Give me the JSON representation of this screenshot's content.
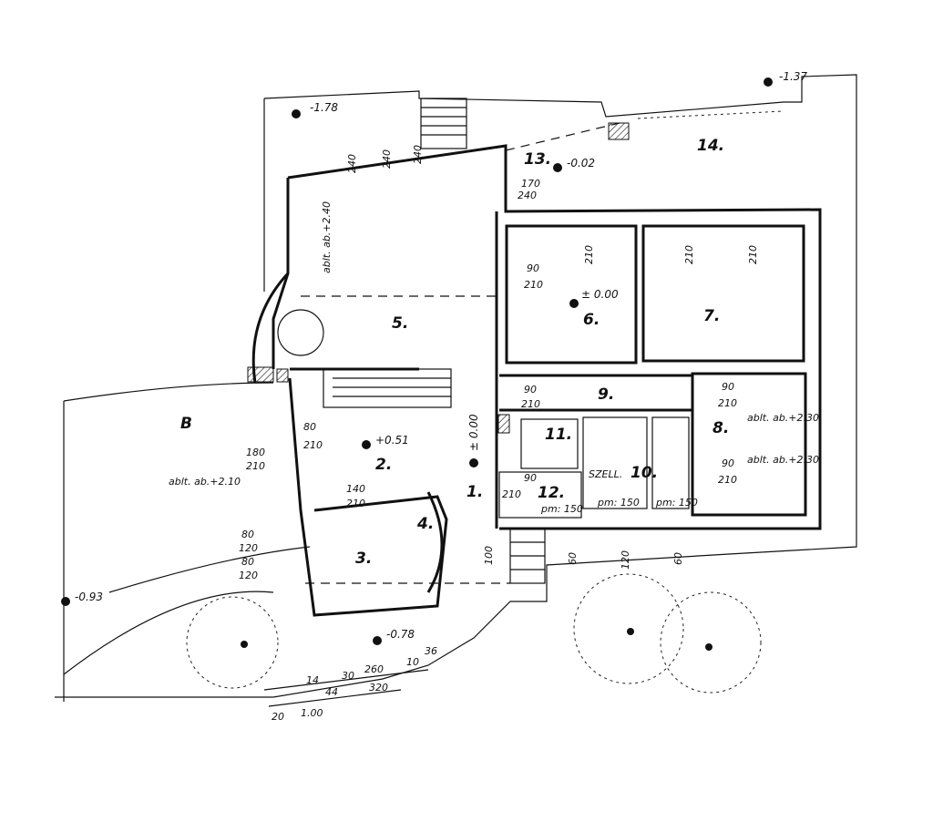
{
  "title": "Floor plan",
  "rooms": [
    "1.",
    "2.",
    "3.",
    "4.",
    "5.",
    "6.",
    "7.",
    "8.",
    "9.",
    "10.",
    "11.",
    "12.",
    "13.",
    "14."
  ],
  "elevations": {
    "e1": "-1.78",
    "e2": "-0.02",
    "e3": "± 0.00",
    "e4": "+0.51",
    "e5": "-0.78",
    "e6": "-0.93",
    "e7": "-1.37",
    "e8": "± 0.00"
  },
  "door_width": "90",
  "door_height": "210",
  "window_height": "240",
  "labels": {
    "szell": "SZELL.",
    "pm150": "pm: 150",
    "sill1": "ablt. ab.+2.40",
    "sill2": "ablt. ab.+2.10",
    "sill3": "ablt. ab.+2.30",
    "d170": "170",
    "d240": "240",
    "d180": "180",
    "d140": "140",
    "d80": "80",
    "d120": "120",
    "d100": "100",
    "d60": "60",
    "section": "B"
  },
  "dimensions": [
    "14",
    "30",
    "260",
    "10",
    "36",
    "44",
    "320",
    "20",
    "1.00"
  ]
}
